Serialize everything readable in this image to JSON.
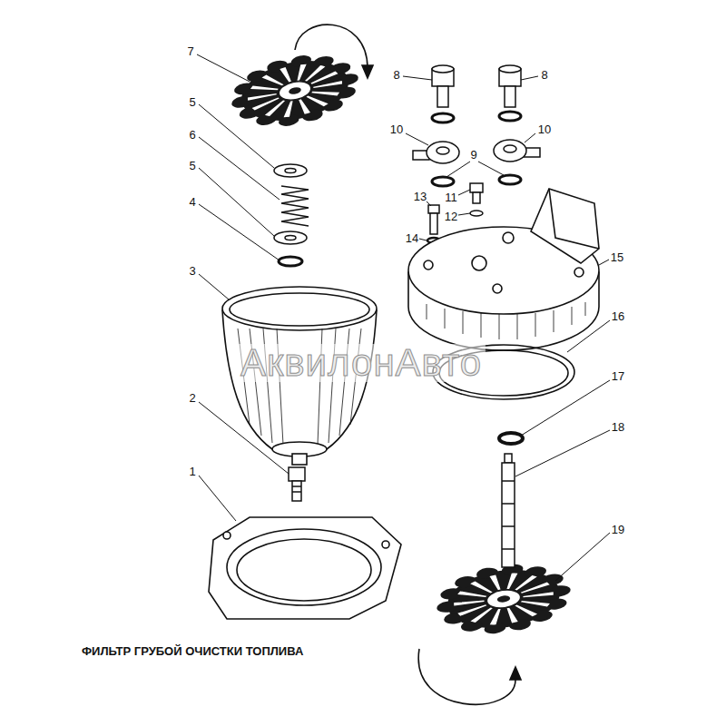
{
  "diagram": {
    "title": "ФИЛЬТР ГРУБОЙ ОЧИСТКИ ТОПЛИВА",
    "labels": [
      "7",
      "5",
      "6",
      "5",
      "4",
      "3",
      "2",
      "1",
      "8",
      "8",
      "10",
      "10",
      "9",
      "11",
      "12",
      "13",
      "14",
      "15",
      "16",
      "17",
      "18",
      "19",
      "АквилонАвто"
    ]
  }
}
